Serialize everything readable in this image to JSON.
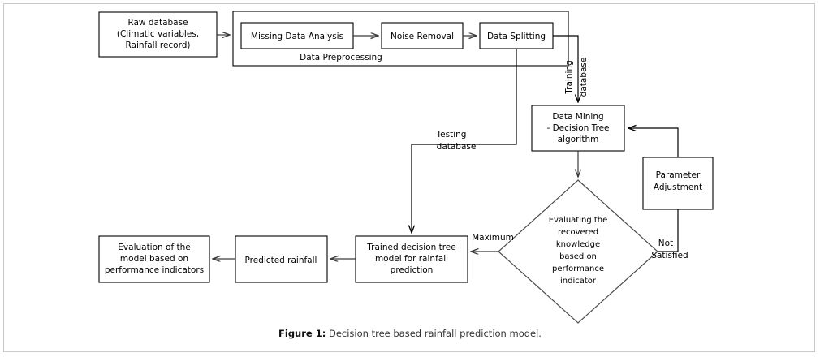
{
  "figure": {
    "caption_label": "Figure 1:",
    "caption_text": "Decision tree based rainfall prediction model."
  },
  "diagram": {
    "type": "flowchart",
    "title": "Decision tree based rainfall prediction model",
    "groups": [
      {
        "id": "preprocessing",
        "label": "Data Preprocessing"
      }
    ],
    "nodes": [
      {
        "id": "raw_database",
        "shape": "rect",
        "line1": "Raw database",
        "line2": "(Climatic variables,",
        "line3": "Rainfall record)"
      },
      {
        "id": "missing_data",
        "shape": "rect",
        "line1": "Missing Data Analysis"
      },
      {
        "id": "noise_removal",
        "shape": "rect",
        "line1": "Noise Removal"
      },
      {
        "id": "data_split",
        "shape": "rect",
        "line1": "Data Splitting"
      },
      {
        "id": "data_mining",
        "shape": "rect",
        "line1": "Data Mining",
        "line2": "- Decision Tree",
        "line3": "algorithm"
      },
      {
        "id": "param_adjust",
        "shape": "rect",
        "line1": "Parameter",
        "line2": "Adjustment"
      },
      {
        "id": "evaluate",
        "shape": "diamond",
        "line1": "Evaluating the",
        "line2": "recovered",
        "line3": "knowledge",
        "line4": "based on",
        "line5": "performance",
        "line6": "indicator"
      },
      {
        "id": "trained_model",
        "shape": "rect",
        "line1": "Trained decision tree",
        "line2": "model for rainfall",
        "line3": "prediction"
      },
      {
        "id": "predicted",
        "shape": "rect",
        "line1": "Predicted rainfall"
      },
      {
        "id": "evaluation",
        "shape": "rect",
        "line1": "Evaluation of the",
        "line2": "model based on",
        "line3": "performance indicators"
      }
    ],
    "edges": [
      {
        "id": "raw_to_pre",
        "from": "raw_database",
        "to": "preprocessing",
        "label": ""
      },
      {
        "id": "missing_to_noise",
        "from": "missing_data",
        "to": "noise_removal",
        "label": ""
      },
      {
        "id": "noise_to_split",
        "from": "noise_removal",
        "to": "data_split",
        "label": ""
      },
      {
        "id": "split_to_mining",
        "from": "data_split",
        "to": "data_mining",
        "label_line1": "Training",
        "label_line2": "database",
        "orientation": "vertical"
      },
      {
        "id": "split_to_trained",
        "from": "data_split",
        "to": "trained_model",
        "label_line1": "Testing",
        "label_line2": "database"
      },
      {
        "id": "mining_to_eval",
        "from": "data_mining",
        "to": "evaluate",
        "label": ""
      },
      {
        "id": "eval_to_trained",
        "from": "evaluate",
        "to": "trained_model",
        "label": "Maximum"
      },
      {
        "id": "eval_to_param",
        "from": "evaluate",
        "to": "param_adjust",
        "label_line1": "Not",
        "label_line2": "Satisfied"
      },
      {
        "id": "param_to_mining",
        "from": "param_adjust",
        "to": "data_mining",
        "label": ""
      },
      {
        "id": "trained_to_pred",
        "from": "trained_model",
        "to": "predicted",
        "label": ""
      },
      {
        "id": "pred_to_evaluation",
        "from": "predicted",
        "to": "evaluation",
        "label": ""
      }
    ],
    "colors": {
      "node_stroke": "#000000",
      "node_fill": "#ffffff",
      "connector": "#3a3a3a",
      "frame": "#c9c9c9",
      "text": "#000000"
    }
  }
}
